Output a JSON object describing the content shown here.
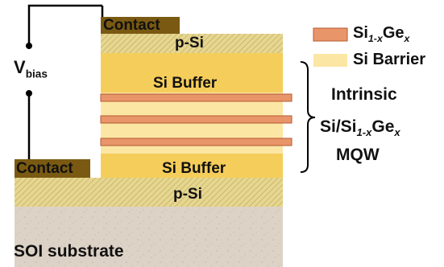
{
  "diagram": {
    "layers": {
      "contact_top": "Contact",
      "p_si_top": "p-Si",
      "si_buffer_top": "Si Buffer",
      "si_buffer_bottom": "Si Buffer",
      "contact_bottom": "Contact",
      "p_si_bottom": "p-Si",
      "substrate": "SOI substrate"
    },
    "vbias": {
      "main": "V",
      "sub": "bias"
    },
    "legend": {
      "well": {
        "main": "Si",
        "sub_prefix": "1-",
        "sub_var": "x",
        "suffix_main": "Ge",
        "suffix_var": "x"
      },
      "barrier": "Si Barrier"
    },
    "mqw_label": {
      "line1": "Intrinsic",
      "line2_main": "Si/Si",
      "line2_sub_prefix": "1-",
      "line2_sub_var": "x",
      "line2_suffix_main": "Ge",
      "line2_suffix_var": "x",
      "line3": "MQW"
    },
    "colors": {
      "contact": "#7a5a12",
      "p_si": "#e6d690",
      "buffer": "#f5cd5a",
      "barrier": "#fbe6a4",
      "well": "#e9956a",
      "substrate": "#ddd2c6",
      "wire": "#000000"
    },
    "well_count": 3
  }
}
